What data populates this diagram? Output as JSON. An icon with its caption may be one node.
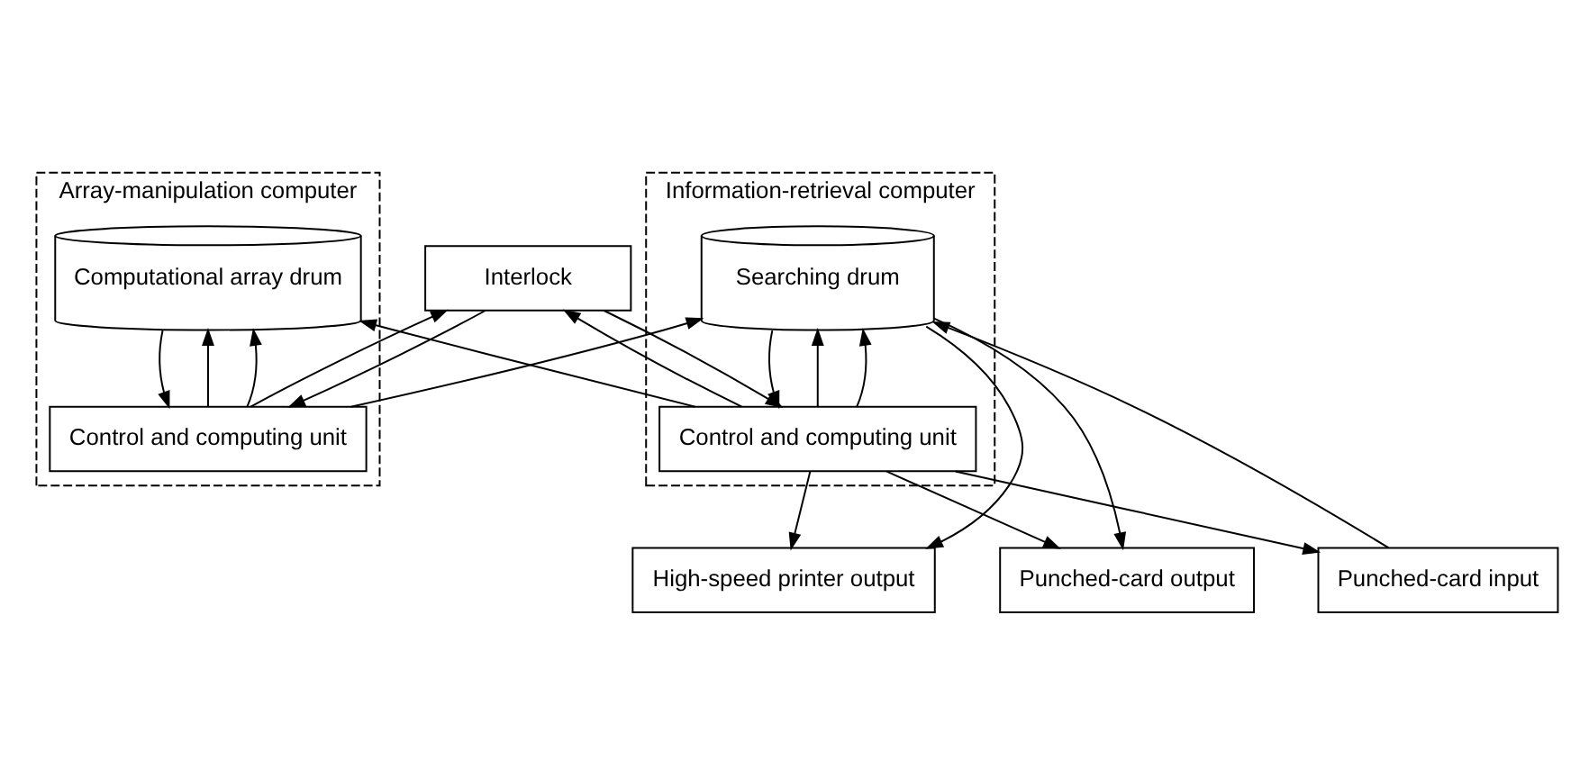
{
  "diagram": {
    "nodes": [
      {
        "text": [
          "Punched-card input"
        ]
      },
      {
        "text": [
          "High-speed printer output"
        ]
      },
      {
        "text": [
          "Punched-card output"
        ]
      },
      {
        "text": [
          "Information-retrieval computer"
        ]
      },
      {
        "text": [
          "Searching drum"
        ],
        "in": 3
      },
      {
        "text": [
          "Control and computing unit"
        ],
        "in": 3
      },
      {
        "text": [
          "Array-manipulation computer"
        ]
      },
      {
        "text": [
          "Computational array drum"
        ],
        "in": 6
      },
      {
        "text": [
          "Control and computing unit"
        ],
        "in": 6
      },
      {
        "text": [
          "Interlock"
        ]
      }
    ],
    "edges": [
      {
        "from": 0,
        "to": 4,
        "arrow": "to"
      },
      {
        "from": 5,
        "to": 0,
        "arrow": "to"
      },
      {
        "from": 4,
        "to": 1,
        "arrow": "to"
      },
      {
        "from": 4,
        "to": 2,
        "arrow": "to"
      },
      {
        "from": 5,
        "to": 1,
        "arrow": "to"
      },
      {
        "from": 5,
        "to": 2,
        "arrow": "to"
      },
      {
        "from": 4,
        "to": 5,
        "arrow": "to"
      },
      {
        "from": 5,
        "to": 4,
        "arrow": "to"
      },
      {
        "from": 5,
        "to": 4,
        "arrow": "to"
      },
      {
        "from": 7,
        "to": 8,
        "arrow": "to"
      },
      {
        "from": 8,
        "to": 7,
        "arrow": "to"
      },
      {
        "from": 8,
        "to": 7,
        "arrow": "to"
      },
      {
        "from": 5,
        "to": 7,
        "arrow": "to"
      },
      {
        "from": 8,
        "to": 4,
        "arrow": "to"
      },
      {
        "from": 5,
        "to": 9,
        "arrow": "to"
      },
      {
        "from": 8,
        "to": 9,
        "arrow": "to"
      },
      {
        "from": 9,
        "to": 5,
        "arrow": "to"
      },
      {
        "from": 9,
        "to": 8,
        "arrow": "to"
      }
    ]
  }
}
